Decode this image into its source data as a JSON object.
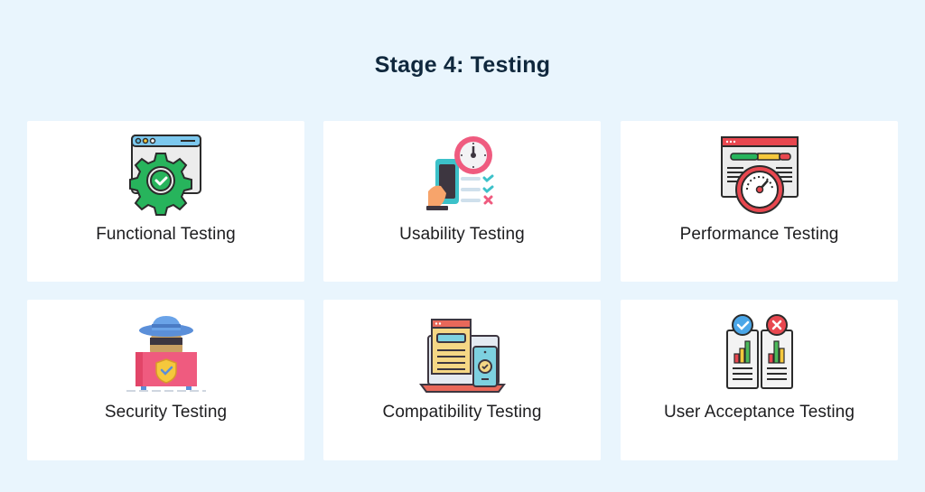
{
  "header": {
    "title": "Stage 4: Testing"
  },
  "cards": [
    {
      "label": "Functional Testing",
      "icon": "browser-gear-check-icon"
    },
    {
      "label": "Usability Testing",
      "icon": "phone-clock-checklist-icon"
    },
    {
      "label": "Performance Testing",
      "icon": "browser-speedometer-icon"
    },
    {
      "label": "Security Testing",
      "icon": "hacker-shield-laptop-icon"
    },
    {
      "label": "Compatibility Testing",
      "icon": "laptop-folder-phone-icon"
    },
    {
      "label": "User Acceptance Testing",
      "icon": "reports-approve-reject-icon"
    }
  ],
  "colors": {
    "background": "#e9f5fd",
    "card": "#ffffff",
    "title": "#10283d",
    "green": "#27b45c",
    "blue": "#5ec0e8",
    "red": "#e8474f",
    "pink": "#ef5b7f",
    "yellow": "#f5c83c",
    "teal": "#3cc1c9",
    "outline": "#2b2b2b"
  }
}
